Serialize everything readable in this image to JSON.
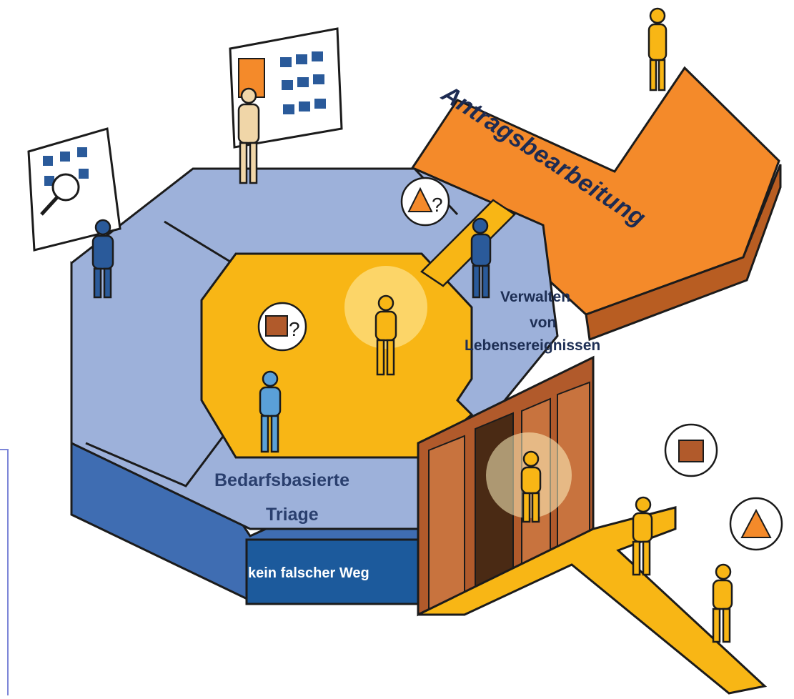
{
  "labels": {
    "triage_line1": "Bedarfsbasierte",
    "triage_line2": "Triage",
    "wrong_way": "kein falscher Weg",
    "manage_line1": "Verwalten",
    "manage_line2": "von",
    "manage_line3": "Lebensereignissen",
    "application": "Antragsbearbeitung"
  },
  "colors": {
    "platform_top": "#9db1da",
    "platform_side": "#3f6db2",
    "platform_dark": "#1c5a9c",
    "hub_yellow": "#f8b615",
    "orange_arrow": "#f48a2a",
    "door_brown": "#b15a2b",
    "outline": "#1b1b1b",
    "label_text": "#2a3f6e"
  },
  "icons": [
    "magnifier-board-icon",
    "org-chart-board-icon",
    "warning-question-icon",
    "box-question-icon",
    "box-icon",
    "warning-icon"
  ]
}
